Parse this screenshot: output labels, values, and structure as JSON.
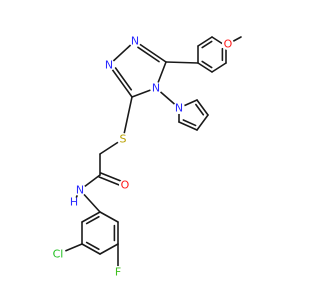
{
  "molecule": {
    "colors": {
      "bond": "#1a1a1a",
      "C": "#1a1a1a",
      "N": "#2a2aff",
      "O": "#ff1a1a",
      "S": "#b8a000",
      "Cl": "#1fbf1f",
      "F": "#3fbf1f"
    },
    "labels": {
      "methoxy_o": "O",
      "triazole_n_top": "N",
      "triazole_n_left": "N",
      "triazole_n4": "N",
      "pyrrole_n": "N",
      "sulfur": "S",
      "amide_o": "O",
      "amide_n": "N",
      "amide_h": "H",
      "chlorine": "Cl",
      "fluorine": "F"
    }
  }
}
